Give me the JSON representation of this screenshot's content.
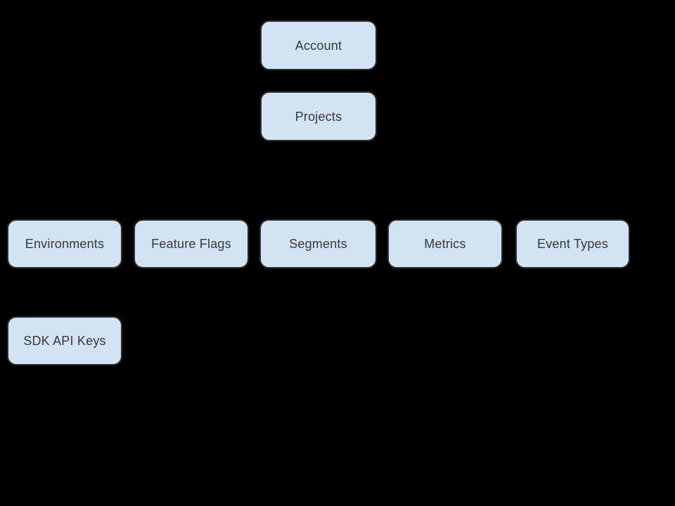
{
  "diagram": {
    "background_color": "#000000",
    "node_fill_color": "#d2e3f3",
    "node_border_color": "#2b2f33",
    "node_text_color": "#383838",
    "nodes": [
      {
        "id": "account",
        "label": "Account"
      },
      {
        "id": "projects",
        "label": "Projects"
      },
      {
        "id": "environments",
        "label": "Environments"
      },
      {
        "id": "feature-flags",
        "label": "Feature Flags"
      },
      {
        "id": "segments",
        "label": "Segments"
      },
      {
        "id": "metrics",
        "label": "Metrics"
      },
      {
        "id": "event-types",
        "label": "Event Types"
      },
      {
        "id": "sdk-api-keys",
        "label": "SDK API Keys"
      }
    ]
  }
}
